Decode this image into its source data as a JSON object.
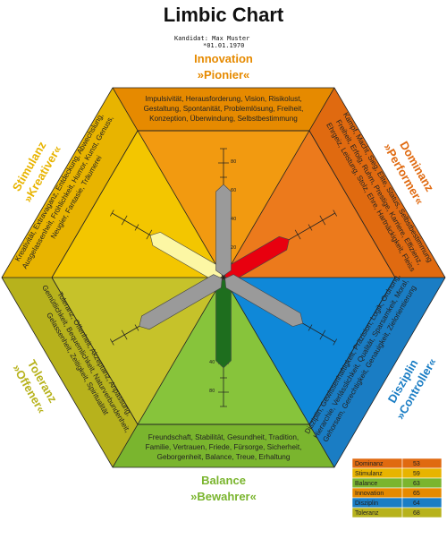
{
  "header": {
    "title": "Limbic Chart",
    "candidate_line": "Kandidat: Max Muster",
    "date_line": "*01.01.1970"
  },
  "sections": {
    "innovation": {
      "line1": "Innovation",
      "line2": "»Pionier«",
      "color": "#e68a00"
    },
    "dominanz": {
      "line1": "Dominanz",
      "line2": "»Performer«",
      "color": "#e06a10"
    },
    "disziplin": {
      "line1": "Disziplin",
      "line2": "»Controller«",
      "color": "#1a7dc4"
    },
    "balance": {
      "line1": "Balance",
      "line2": "»Bewahrer«",
      "color": "#7ab52e"
    },
    "toleranz": {
      "line1": "Toleranz",
      "line2": "»Offener«",
      "color": "#b7b21c"
    },
    "stimulanz": {
      "line1": "Stimulanz",
      "line2": "»Kreativer«",
      "color": "#e8b400"
    }
  },
  "descriptions": {
    "innovation": [
      "Impulsivität, Herausforderung, Vision, Risikolust,",
      "Gestaltung, Spontanität, Problemlösung, Freiheit,",
      "Konzeption, Überwindung, Selbstbestimmung"
    ],
    "balance": [
      "Freundschaft, Stabilität, Gesundheit, Tradition,",
      "Familie, Vertrauen, Friede, Fürsorge, Sicherheit,",
      "Geborgenheit, Balance, Treue, Erhaltung"
    ],
    "dominanz": [
      "Kampf, Macht, Sieg, Elite, Status, Selbstbestimmung",
      "Freiheit, Erfolg, Ruhm, Prestige, Karriere, Effizienz,",
      "Ehrgeiz, Leistung, Stolz, Ehre, Hartnäckigkeit, Fleiss"
    ],
    "disziplin": [
      "Disziplin, Gewissenhaftigkeit, Präzision, Logik, Ordnung,",
      "Hierarchie, Verlässlichkeit, Qualität, Sparsamkeit, Moral,",
      "Gehorsam, Gerechtigkeit, Genauigkeit, Zielorientierung"
    ],
    "toleranz": [
      "Toleranz, Offenheit, Akzeptanz, Anpassung,",
      "Gemütlichkeit, Bequemlichkeit, Naturverbundenheit,",
      "Gelassenheit, Zeitigkeit, Spiritualität"
    ],
    "stimulanz": [
      "Kreativität, Extravaganz, Entdeckung, Abwechslung,",
      "Ausgelassenheit, Fröhlichkeit, Humor, Kunst, Genuss,",
      "Neugier, Fantasie, Träumerei"
    ]
  },
  "axis_labels": [
    "20",
    "40",
    "60",
    "80"
  ],
  "chart_data": {
    "type": "radial-bar",
    "categories": [
      "Dominanz",
      "Stimulanz",
      "Balance",
      "Innovation",
      "Disziplin",
      "Toleranz"
    ],
    "values": [
      53,
      59,
      63,
      65,
      64,
      68
    ],
    "colors": [
      "#e8000f",
      "#fcf7a4",
      "#1e6e1e",
      "#9a9a9a",
      "#9a9a9a",
      "#9a9a9a"
    ],
    "axis_range": [
      0,
      90
    ],
    "legend_placement": "bottom-right"
  },
  "legend": [
    {
      "label": "Dominanz",
      "value": "53",
      "color": "#e06a10"
    },
    {
      "label": "Stimulanz",
      "value": "59",
      "color": "#e8b400"
    },
    {
      "label": "Balance",
      "value": "63",
      "color": "#7ab52e"
    },
    {
      "label": "Innovation",
      "value": "65",
      "color": "#e68a00"
    },
    {
      "label": "Disziplin",
      "value": "64",
      "color": "#1a7dc4"
    },
    {
      "label": "Toleranz",
      "value": "68",
      "color": "#b7b21c"
    }
  ]
}
